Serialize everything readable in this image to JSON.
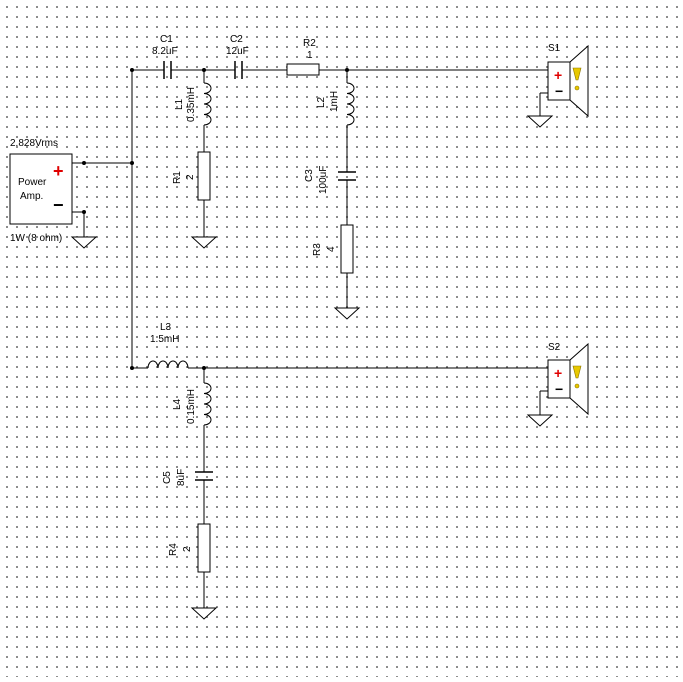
{
  "source": {
    "voltage": "2.828Vrms",
    "label_line1": "Power",
    "label_line2": "Amp.",
    "power_note": "1W (8 ohm)",
    "plus": "+",
    "minus": "−"
  },
  "components": {
    "C1": {
      "ref": "C1",
      "value": "8.2uF"
    },
    "C2": {
      "ref": "C2",
      "value": "12uF"
    },
    "R2": {
      "ref": "R2",
      "value": "1"
    },
    "L1": {
      "ref": "L1",
      "value": "0.35mH"
    },
    "R1": {
      "ref": "R1",
      "value": "2"
    },
    "L2": {
      "ref": "L2",
      "value": "1mH"
    },
    "C3": {
      "ref": "C3",
      "value": "100uF"
    },
    "R3": {
      "ref": "R3",
      "value": "4"
    },
    "L3": {
      "ref": "L3",
      "value": "1.5mH"
    },
    "L4": {
      "ref": "L4",
      "value": "0.15mH"
    },
    "C5": {
      "ref": "C5",
      "value": "8uF"
    },
    "R4": {
      "ref": "R4",
      "value": "2"
    }
  },
  "speakers": {
    "S1": {
      "ref": "S1",
      "plus": "+",
      "minus": "−"
    },
    "S2": {
      "ref": "S2",
      "plus": "+",
      "minus": "−"
    }
  },
  "colors": {
    "wire": "#000000",
    "polarity": "#e00000",
    "warning": "#e8c800"
  }
}
